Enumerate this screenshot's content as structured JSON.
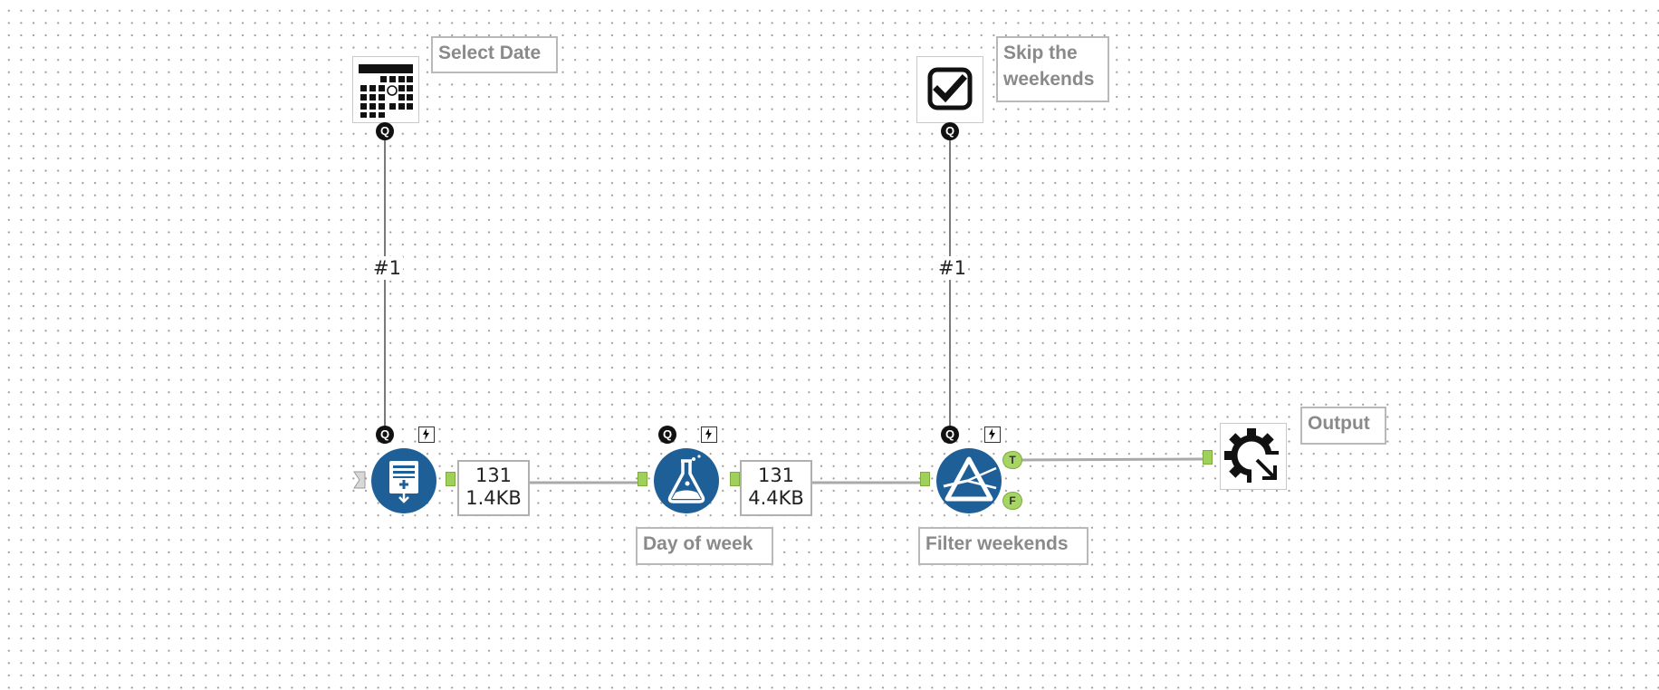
{
  "canvas": {
    "dot_color": "#9a9a9a",
    "tool_blue": "#1e5f97",
    "anchor_green": "#a6d465"
  },
  "tools": {
    "date": {
      "icon": "calendar-icon",
      "label": "Select Date",
      "anchor": "Q"
    },
    "checkbox": {
      "icon": "checkbox-icon",
      "label": "Skip the weekends",
      "label_line1": "Skip the",
      "label_line2": "weekends",
      "anchor": "Q"
    },
    "input": {
      "icon": "input-data-icon",
      "q": "Q",
      "connection_label": "#1"
    },
    "formula": {
      "icon": "formula-flask-icon",
      "q": "Q",
      "label": "Day of week"
    },
    "filter": {
      "icon": "filter-icon",
      "q": "Q",
      "label": "Filter weekends",
      "connection_label": "#1",
      "true_anchor": "T",
      "false_anchor": "F"
    },
    "output": {
      "icon": "macro-output-gear-icon",
      "label": "Output"
    }
  },
  "connections": {
    "input_to_formula": {
      "records": "131",
      "size": "1.4KB"
    },
    "formula_to_filter": {
      "records": "131",
      "size": "4.4KB"
    }
  }
}
